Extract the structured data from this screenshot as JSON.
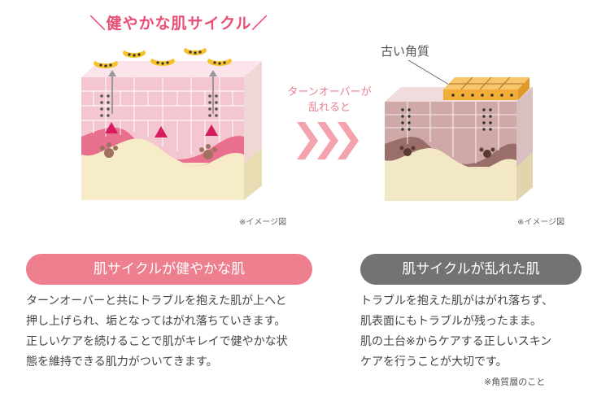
{
  "left_panel": {
    "title": "＼健やかな肌サイクル／",
    "note": "※イメージ図"
  },
  "transition": {
    "caption_line1": "ターンオーバーが",
    "caption_line2": "乱れると"
  },
  "right_panel": {
    "label": "古い角質",
    "note": "※イメージ図"
  },
  "healthy": {
    "heading": "肌サイクルが健やかな肌",
    "lines": [
      "ターンオーバーと共にトラブルを抱えた肌が上へと",
      "押し上げられ、垢となってはがれ落ちていきます。",
      "正しいケアを続けることで肌がキレイで健やかな状",
      "態を維持できる肌力がついてきます。"
    ]
  },
  "disturbed": {
    "heading": "肌サイクルが乱れた肌",
    "lines": [
      "トラブルを抱えた肌がはがれ落ちず、",
      "肌表面にもトラブルが残ったまま。",
      "肌の土台※からケアする正しいスキン",
      "ケアを行うことが大切です。"
    ],
    "footnote": "※角質層のこと"
  },
  "colors": {
    "healthy_accent": "#e84f74",
    "healthy_pill": "#ee7f8e",
    "disturbed_pill": "#757272",
    "chevron": "#f4a3ad",
    "flake": "#f5c22a",
    "old_keratin": "#f2ad36"
  }
}
